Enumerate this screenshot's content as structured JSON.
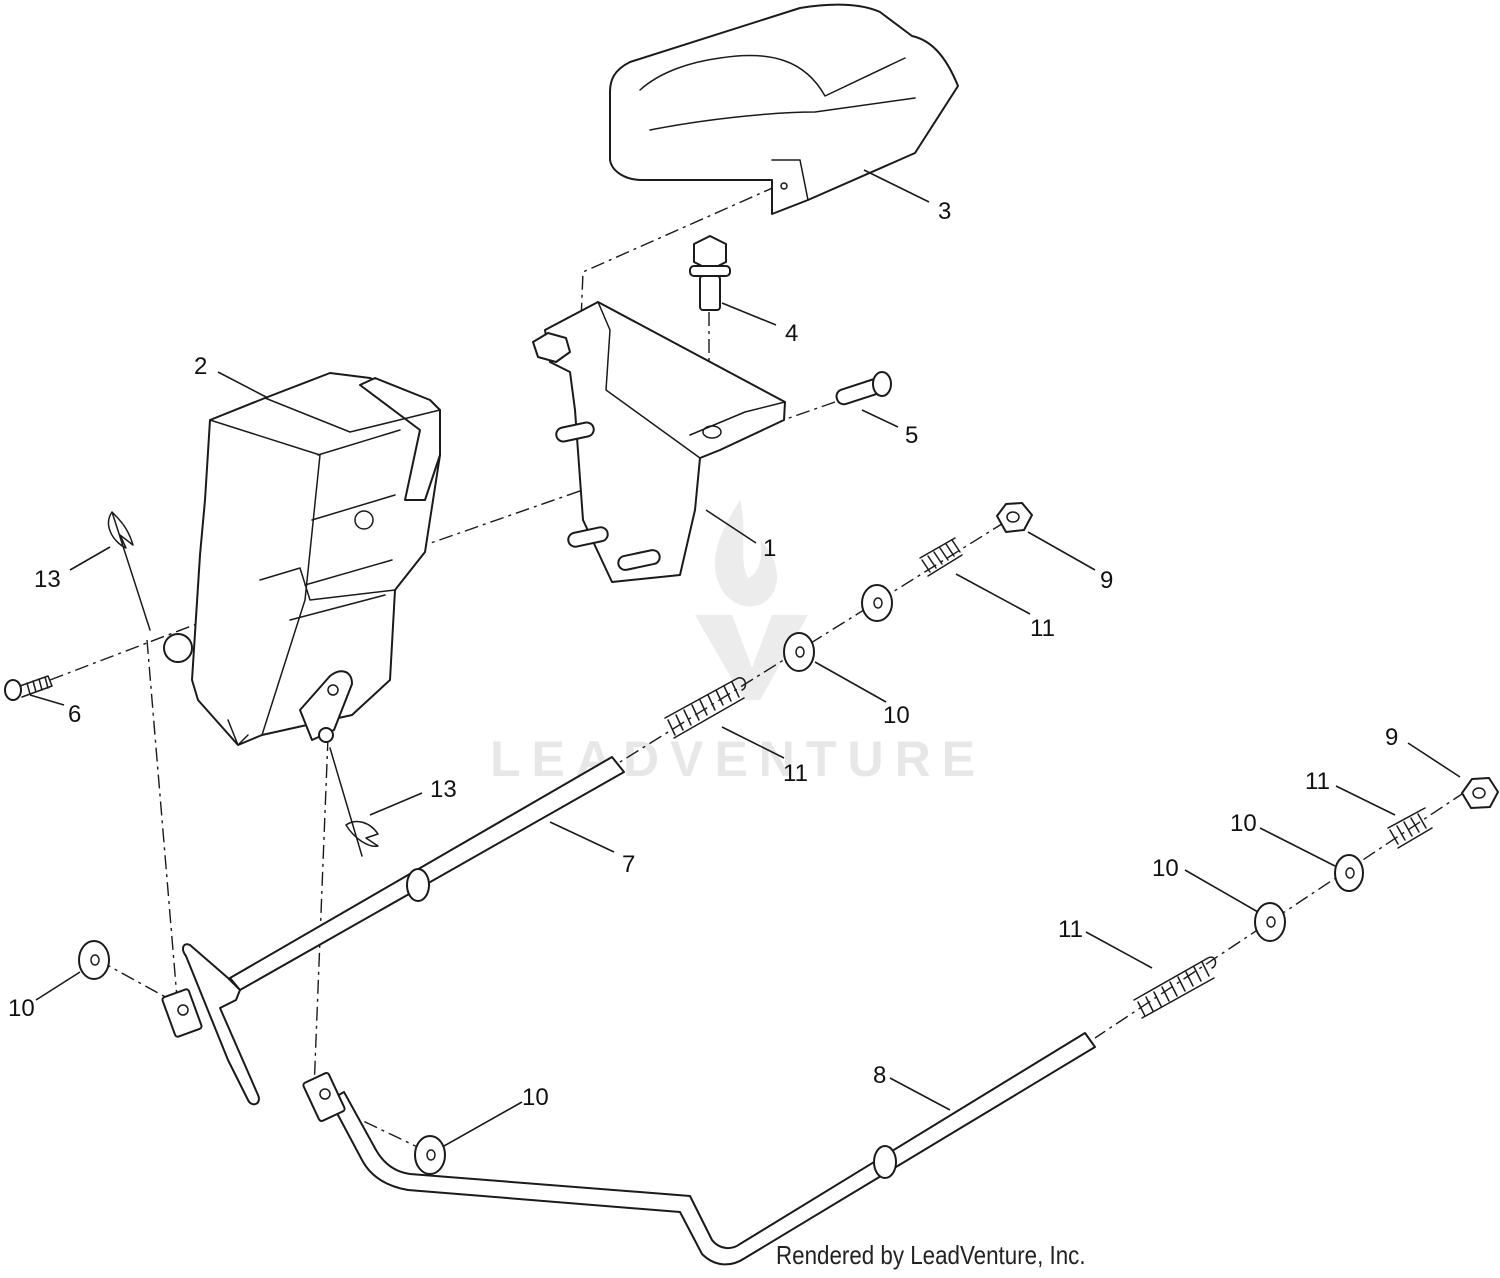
{
  "watermark": {
    "text": "LEADVENTURE"
  },
  "footer": {
    "credit": "Rendered by LeadVenture, Inc."
  },
  "callouts": {
    "c1": "1",
    "c2": "2",
    "c3": "3",
    "c4": "4",
    "c5": "5",
    "c6": "6",
    "c7": "7",
    "c8": "8",
    "c9a": "9",
    "c9b": "9",
    "c10a": "10",
    "c10b": "10",
    "c10c": "10",
    "c10d": "10",
    "c10e": "10",
    "c11a": "11",
    "c11b": "11",
    "c11c": "11",
    "c11d": "11",
    "c13a": "13",
    "c13b": "13"
  }
}
